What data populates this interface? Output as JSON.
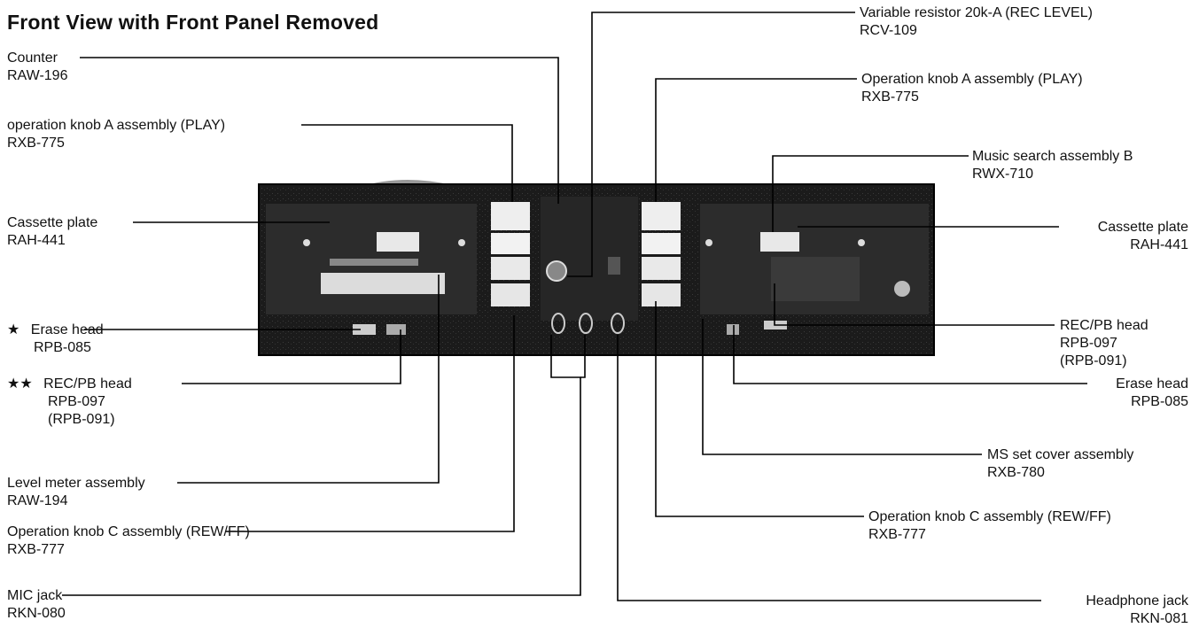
{
  "title": "Front View with Front Panel Removed",
  "callouts": [
    {
      "id": "counter",
      "name": "Counter",
      "parts": [
        "RAW-196"
      ]
    },
    {
      "id": "knob-a-left",
      "name": "operation knob A assembly (PLAY)",
      "parts": [
        "RXB-775"
      ]
    },
    {
      "id": "cassette-plate-left",
      "name": "Cassette plate",
      "parts": [
        "RAH-441"
      ]
    },
    {
      "id": "erase-head-left",
      "marker": "★",
      "name": "Erase head",
      "parts": [
        "RPB-085"
      ]
    },
    {
      "id": "recpb-head-left",
      "marker": "★★",
      "name": "REC/PB head",
      "parts": [
        "RPB-097",
        "(RPB-091)"
      ]
    },
    {
      "id": "level-meter",
      "name": "Level meter assembly",
      "parts": [
        "RAW-194"
      ]
    },
    {
      "id": "knob-c-left",
      "name": "Operation knob C assembly (REW/FF)",
      "parts": [
        "RXB-777"
      ]
    },
    {
      "id": "mic-jack",
      "name": "MIC jack",
      "parts": [
        "RKN-080"
      ]
    },
    {
      "id": "var-resistor",
      "name": "Variable resistor 20k-A (REC LEVEL)",
      "parts": [
        "RCV-109"
      ]
    },
    {
      "id": "knob-a-right",
      "name": "Operation knob A assembly (PLAY)",
      "parts": [
        "RXB-775"
      ]
    },
    {
      "id": "music-search",
      "name": "Music search assembly B",
      "parts": [
        "RWX-710"
      ]
    },
    {
      "id": "cassette-plate-right",
      "name": "Cassette plate",
      "parts": [
        "RAH-441"
      ]
    },
    {
      "id": "recpb-head-right",
      "name": "REC/PB head",
      "parts": [
        "RPB-097",
        "(RPB-091)"
      ]
    },
    {
      "id": "erase-head-right",
      "name": "Erase head",
      "parts": [
        "RPB-085"
      ]
    },
    {
      "id": "ms-set-cover",
      "name": "MS set cover assembly",
      "parts": [
        "RXB-780"
      ]
    },
    {
      "id": "knob-c-right",
      "name": "Operation knob C assembly (REW/FF)",
      "parts": [
        "RXB-777"
      ]
    },
    {
      "id": "headphone-jack",
      "name": "Headphone jack",
      "parts": [
        "RKN-081"
      ]
    }
  ]
}
